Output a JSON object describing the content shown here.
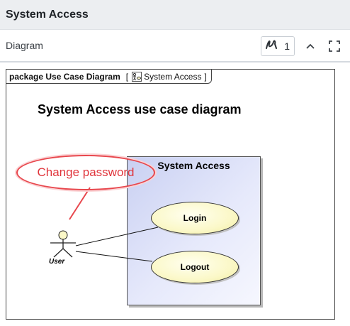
{
  "window": {
    "title": "System Access"
  },
  "panel": {
    "label": "Diagram",
    "count": "1",
    "icons": {
      "count": "path-icon",
      "collapse": "chevron-up-icon",
      "expand": "fullscreen-icon"
    }
  },
  "frame": {
    "kind": "package Use Case Diagram",
    "bracket_open": "[",
    "icon": "use-case-diagram-icon",
    "name": "System Access",
    "bracket_close": "]"
  },
  "diagram": {
    "title": "System Access use case diagram",
    "boundary": "System Access",
    "use_cases": [
      "Login",
      "Logout"
    ],
    "actor": "User",
    "annotation": "Change password"
  },
  "colors": {
    "annotation": "#e0343b",
    "boundary_fill": "#d9defa",
    "use_case_fill": "#fbf8c8"
  }
}
